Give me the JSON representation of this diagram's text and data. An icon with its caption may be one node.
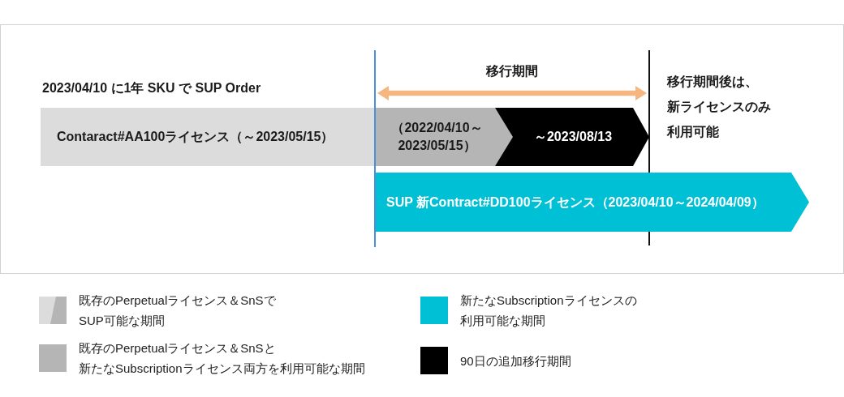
{
  "diagram": {
    "nodes": [
      {
        "text": [
          "移行期間"
        ]
      },
      {
        "text": [
          "Contaract#AA100ライセンス（～2023/05/15）"
        ]
      },
      {
        "text": [
          "（2022/04/10～2023/05/15）"
        ]
      },
      {
        "text": [
          "～2023/08/13"
        ]
      },
      {
        "text": [
          "SUP 新Contract#DD100ライセンス（2023/04/10～2024/04/09）"
        ]
      }
    ],
    "labels": [
      "2023/04/10 に1年 SKU で SUP Order",
      "移行期間後は、新ライセンスのみ利用可能"
    ],
    "legend": [
      {
        "text": "既存のPerpetualライセンス＆SnSでSUP可能な期間"
      },
      {
        "text": "新たなSubscriptionライセンスの利用可能な期間",
        "color": "#00c0d6"
      },
      {
        "text": "既存のPerpetualライセンス＆SnSと新たなSubscriptionライセンス両方を利用可能な期間",
        "color": "#b5b5b6"
      },
      {
        "text": "90日の追加移行期間",
        "color": "#000000"
      }
    ]
  }
}
